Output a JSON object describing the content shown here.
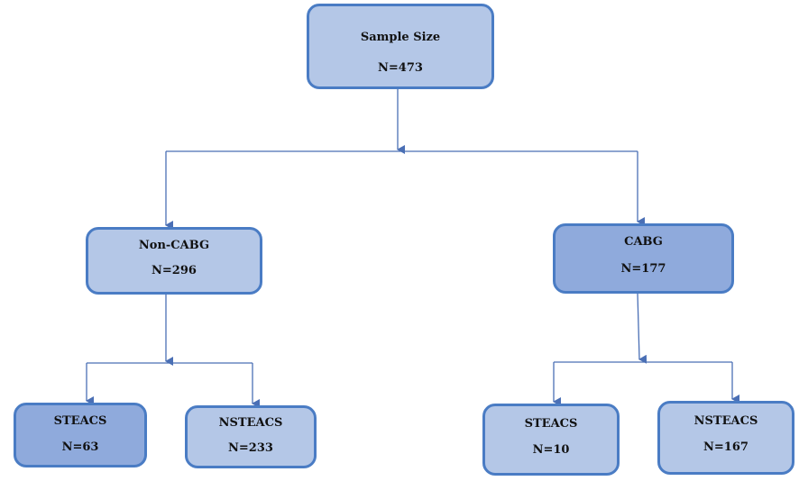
{
  "diagram": {
    "nodes": {
      "root": {
        "title": "Sample Size",
        "count": "N=473"
      },
      "noncabg": {
        "title": "Non-CABG",
        "count": "N=296"
      },
      "cabg": {
        "title": "CABG",
        "count": "N=177"
      },
      "steacs_noncabg": {
        "title": "STEACS",
        "count": "N=63"
      },
      "nsteacs_noncabg": {
        "title": "NSTEACS",
        "count": "N=233"
      },
      "steacs_cabg": {
        "title": "STEACS",
        "count": "N=10"
      },
      "nsteacs_cabg": {
        "title": "NSTEACS",
        "count": "N=167"
      }
    },
    "edges": [
      {
        "from": "root",
        "to": "noncabg"
      },
      {
        "from": "root",
        "to": "cabg"
      },
      {
        "from": "noncabg",
        "to": "steacs_noncabg"
      },
      {
        "from": "noncabg",
        "to": "nsteacs_noncabg"
      },
      {
        "from": "cabg",
        "to": "steacs_cabg"
      },
      {
        "from": "cabg",
        "to": "nsteacs_cabg"
      }
    ],
    "colors": {
      "border": "#4a7cc4",
      "light_fill": "#b4c7e7",
      "dark_fill": "#8faadc",
      "connector": "#4a6fb5"
    }
  }
}
